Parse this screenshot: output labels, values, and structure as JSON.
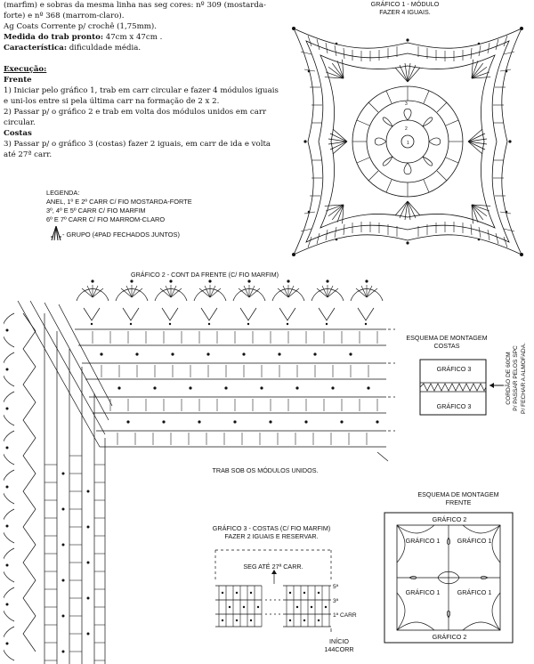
{
  "instructions": {
    "intro": "(marfim) e sobras da mesma linha nas seg cores: nº 309 (mostarda-forte) e nº 368 (marrom-claro).",
    "needle": "Ag Coats Corrente p/ crochê (1,75mm).",
    "size_label": "Medida do trab pronto:",
    "size_value": "47cm x 47cm .",
    "feature_label": "Característica:",
    "feature_value": "dificuldade média.",
    "execution_title": "Execução:",
    "front_title": "Frente",
    "step1": "1) Iniciar pelo gráfico 1, trab em carr circular e fazer 4 módulos iguais e uni-los entre si pela última carr na formação de 2 x 2.",
    "step2": "2) Passar p/ o gráfico 2 e trab em volta dos módulos unidos em carr circular.",
    "back_title": "Costas",
    "step3": "3) Passar p/ o gráfico 3 (costas) fazer 2 iguais, em carr de ida e volta até 27ª carr."
  },
  "legend": {
    "title": "LEGENDA:",
    "line1": "ANEL, 1º E 2º CARR C/ FIO MOSTARDA-FORTE",
    "line2": "3º, 4º E 5º CARR C/ FIO MARFIM",
    "line3": "6º E 7º CARR C/ FIO MARROM-CLARO",
    "group": "- GRUPO (4PAD FECHADOS JUNTOS)"
  },
  "chart1": {
    "title": "GRÁFICO 1 - MÓDULO",
    "subtitle": "FAZER 4 IGUAIS."
  },
  "chart2": {
    "title": "GRÁFICO 2 - CONT DA FRENTE (C/ FIO MARFIM)",
    "note": "TRAB SOB OS MÓDULOS UNIDOS."
  },
  "back_scheme": {
    "title": "ESQUEMA DE MONTAGEM",
    "subtitle": "COSTAS",
    "top": "GRÁFICO 3",
    "bottom": "GRÁFICO 3",
    "cord_line1": "CORDÃO DE 60CM",
    "cord_line2": "P/ PASSAR PELOS SPC",
    "cord_line3": "P/ FECHAR A ALMOFADA."
  },
  "front_scheme": {
    "title": "ESQUEMA DE MONTAGEM",
    "subtitle": "FRENTE",
    "top": "GRÁFICO 2",
    "bottom": "GRÁFICO 2",
    "cells": [
      "GRÁFICO 1",
      "GRÁFICO 1",
      "GRÁFICO 1",
      "GRÁFICO 1"
    ]
  },
  "chart3": {
    "title": "GRÁFICO 3 - COSTAS (C/ FIO MARFIM)",
    "subtitle": "FAZER 2 IGUAIS E RESERVAR.",
    "top_note": "SEG ATÉ 27ª CARR.",
    "row5": "5ª",
    "row3": "3ª",
    "row1": "1ª CARR",
    "start": "INÍCIO",
    "start_count": "144CORR"
  },
  "colors": {
    "ink": "#111111",
    "paper": "#ffffff"
  }
}
